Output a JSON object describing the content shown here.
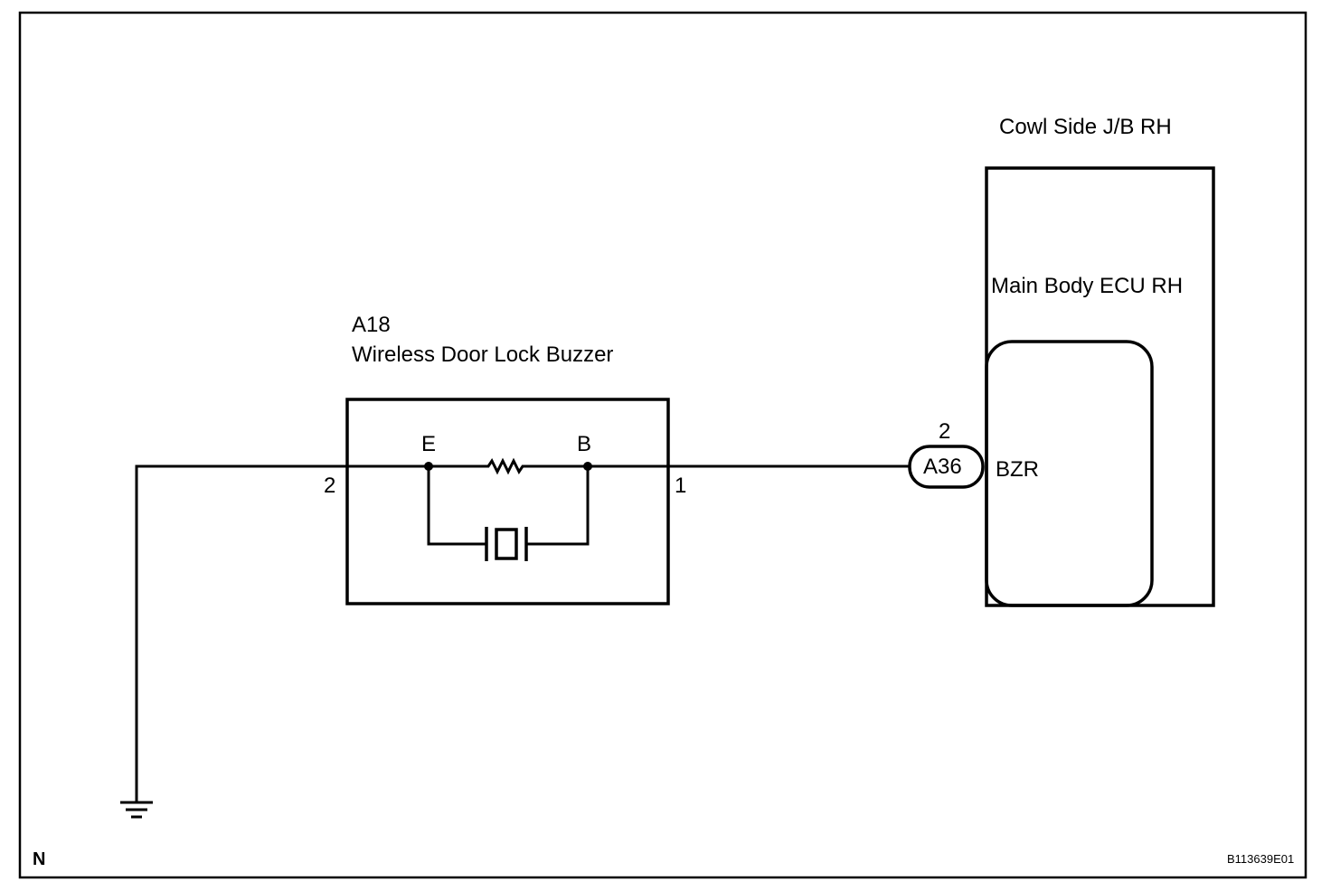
{
  "ecu_jb": {
    "title": "Cowl Side J/B RH",
    "ecu_name": "Main Body ECU RH",
    "terminal_label": "BZR",
    "connector": {
      "code": "A36",
      "pin": "2"
    }
  },
  "buzzer": {
    "code": "A18",
    "name": "Wireless Door Lock Buzzer",
    "terminal_e": "E",
    "terminal_b": "B",
    "pin_left": "2",
    "pin_right": "1"
  },
  "ground": {
    "label": "N"
  },
  "figure_id": "B113639E01"
}
